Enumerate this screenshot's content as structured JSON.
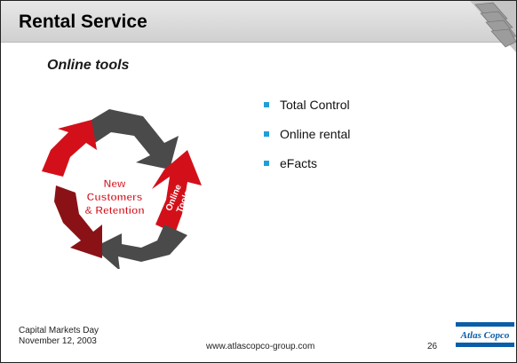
{
  "slide": {
    "title": "Rental Service",
    "subtitle": "Online tools",
    "bullets": [
      "Total Control",
      "Online rental",
      "eFacts"
    ],
    "diagram": {
      "center_line1": "New",
      "center_line2": "Customers",
      "center_line3": "& Retention",
      "arrow_label_line1": "Online",
      "arrow_label_line2": "Tools"
    },
    "footer": {
      "event": "Capital Markets Day",
      "date": "November 12, 2003",
      "url": "www.atlascopco-group.com",
      "page": "26",
      "logo_text": "Atlas Copco"
    }
  },
  "colors": {
    "accent_red": "#d3101a",
    "dark_red": "#8a1216",
    "dark_gray": "#4a4a4a",
    "bullet_blue": "#1f9fd8",
    "logo_blue": "#0a5da8"
  }
}
